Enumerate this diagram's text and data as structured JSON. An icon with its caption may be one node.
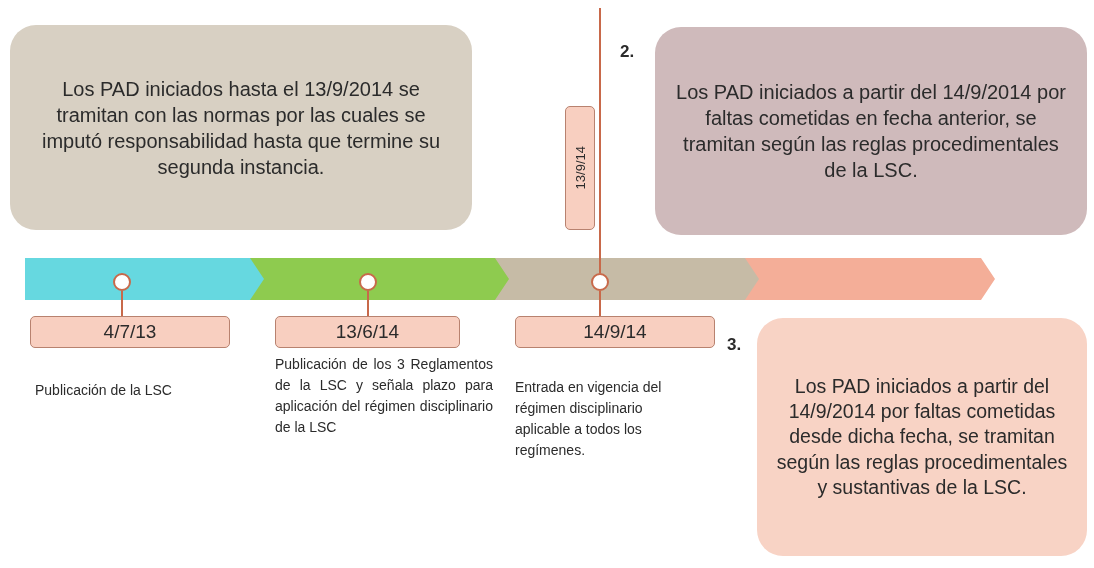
{
  "diagram": {
    "nodes": [
      {
        "text": [
          "Los PAD iniciados hasta el 13/9/2014 se tramitan con las normas por las cuales se imputó responsabilidad hasta que termine su segunda instancia."
        ]
      },
      {
        "text": [
          "Los PAD iniciados a partir del 14/9/2014 por faltas cometidas en fecha anterior, se tramitan según las reglas procedimentales de la LSC."
        ]
      },
      {
        "text": [
          "13/9/14"
        ]
      },
      {
        "text": [],
        "shape": "bar"
      },
      {
        "text": [],
        "shape": "bar"
      },
      {
        "text": [],
        "shape": "bar"
      },
      {
        "text": [],
        "shape": "bar"
      },
      {
        "text": [],
        "shape": "circle",
        "in": 3
      },
      {
        "text": [],
        "shape": "circle",
        "in": 4
      },
      {
        "text": [],
        "shape": "circle",
        "in": 5
      },
      {
        "text": [
          "4/7/13"
        ],
        "beside": [
          "Publicación de la LSC"
        ]
      },
      {
        "text": [
          "13/6/14"
        ],
        "beside": [
          "Publicación de los 3 Reglamentos de la LSC y señala plazo para aplicación del régimen disciplinario de la LSC"
        ]
      },
      {
        "text": [
          "14/9/14"
        ],
        "beside": [
          "Entrada en vigencia del régimen disciplinario aplicable a todos los regímenes."
        ]
      },
      {
        "text": [
          "Los PAD iniciados a partir del 14/9/2014 por faltas cometidas desde dicha fecha, se tramitan según las reglas procedimentales y sustantivas de la LSC."
        ]
      }
    ],
    "edges": [
      {
        "from": 7,
        "to": 10,
        "arrow": "none"
      },
      {
        "from": 8,
        "to": 11,
        "arrow": "none"
      },
      {
        "from": 9,
        "to": 12,
        "arrow": "none"
      },
      {
        "from": null,
        "to": 9,
        "arrow": "none"
      }
    ],
    "labels": [
      "2.",
      "3."
    ]
  }
}
